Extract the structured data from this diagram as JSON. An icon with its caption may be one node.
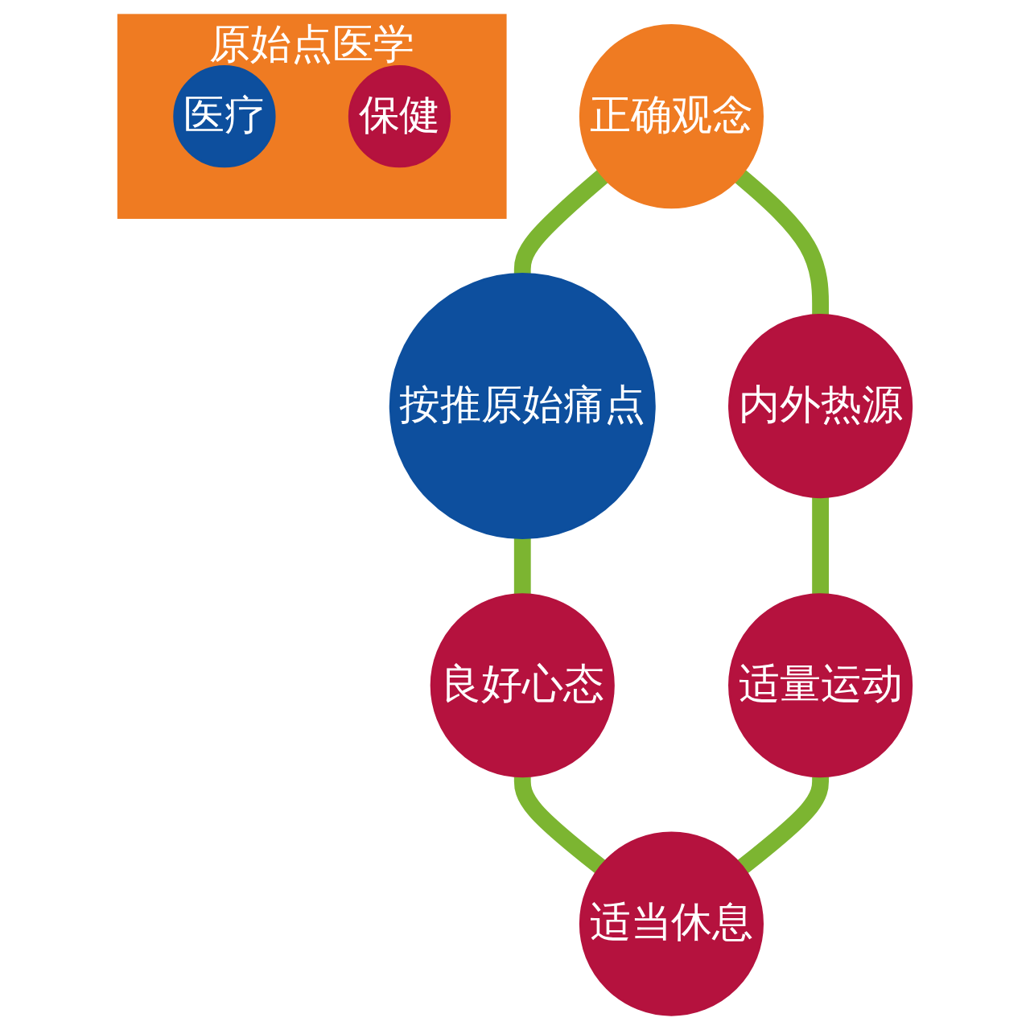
{
  "diagram": {
    "nodes": [
      {
        "text": [
          "正确观念"
        ]
      },
      {
        "text": [
          "按推原始痛点"
        ]
      },
      {
        "text": [
          "内外热源"
        ]
      },
      {
        "text": [
          "原始点医学"
        ]
      },
      {
        "text": [
          "医疗"
        ],
        "in": 3
      },
      {
        "text": [
          "保健"
        ],
        "in": 3
      },
      {
        "text": [
          "良好心态"
        ]
      },
      {
        "text": [
          "适量运动"
        ]
      },
      {
        "text": [
          "适当休息"
        ]
      }
    ],
    "edges": [
      {
        "from": 0,
        "to": 1,
        "arrow": "none"
      },
      {
        "from": 1,
        "to": 6,
        "arrow": "none"
      },
      {
        "from": 6,
        "to": 8,
        "arrow": "none"
      },
      {
        "from": 7,
        "to": 8,
        "arrow": "none"
      },
      {
        "from": 2,
        "to": 7,
        "arrow": "none"
      },
      {
        "from": 0,
        "to": 2,
        "arrow": "none"
      }
    ]
  }
}
